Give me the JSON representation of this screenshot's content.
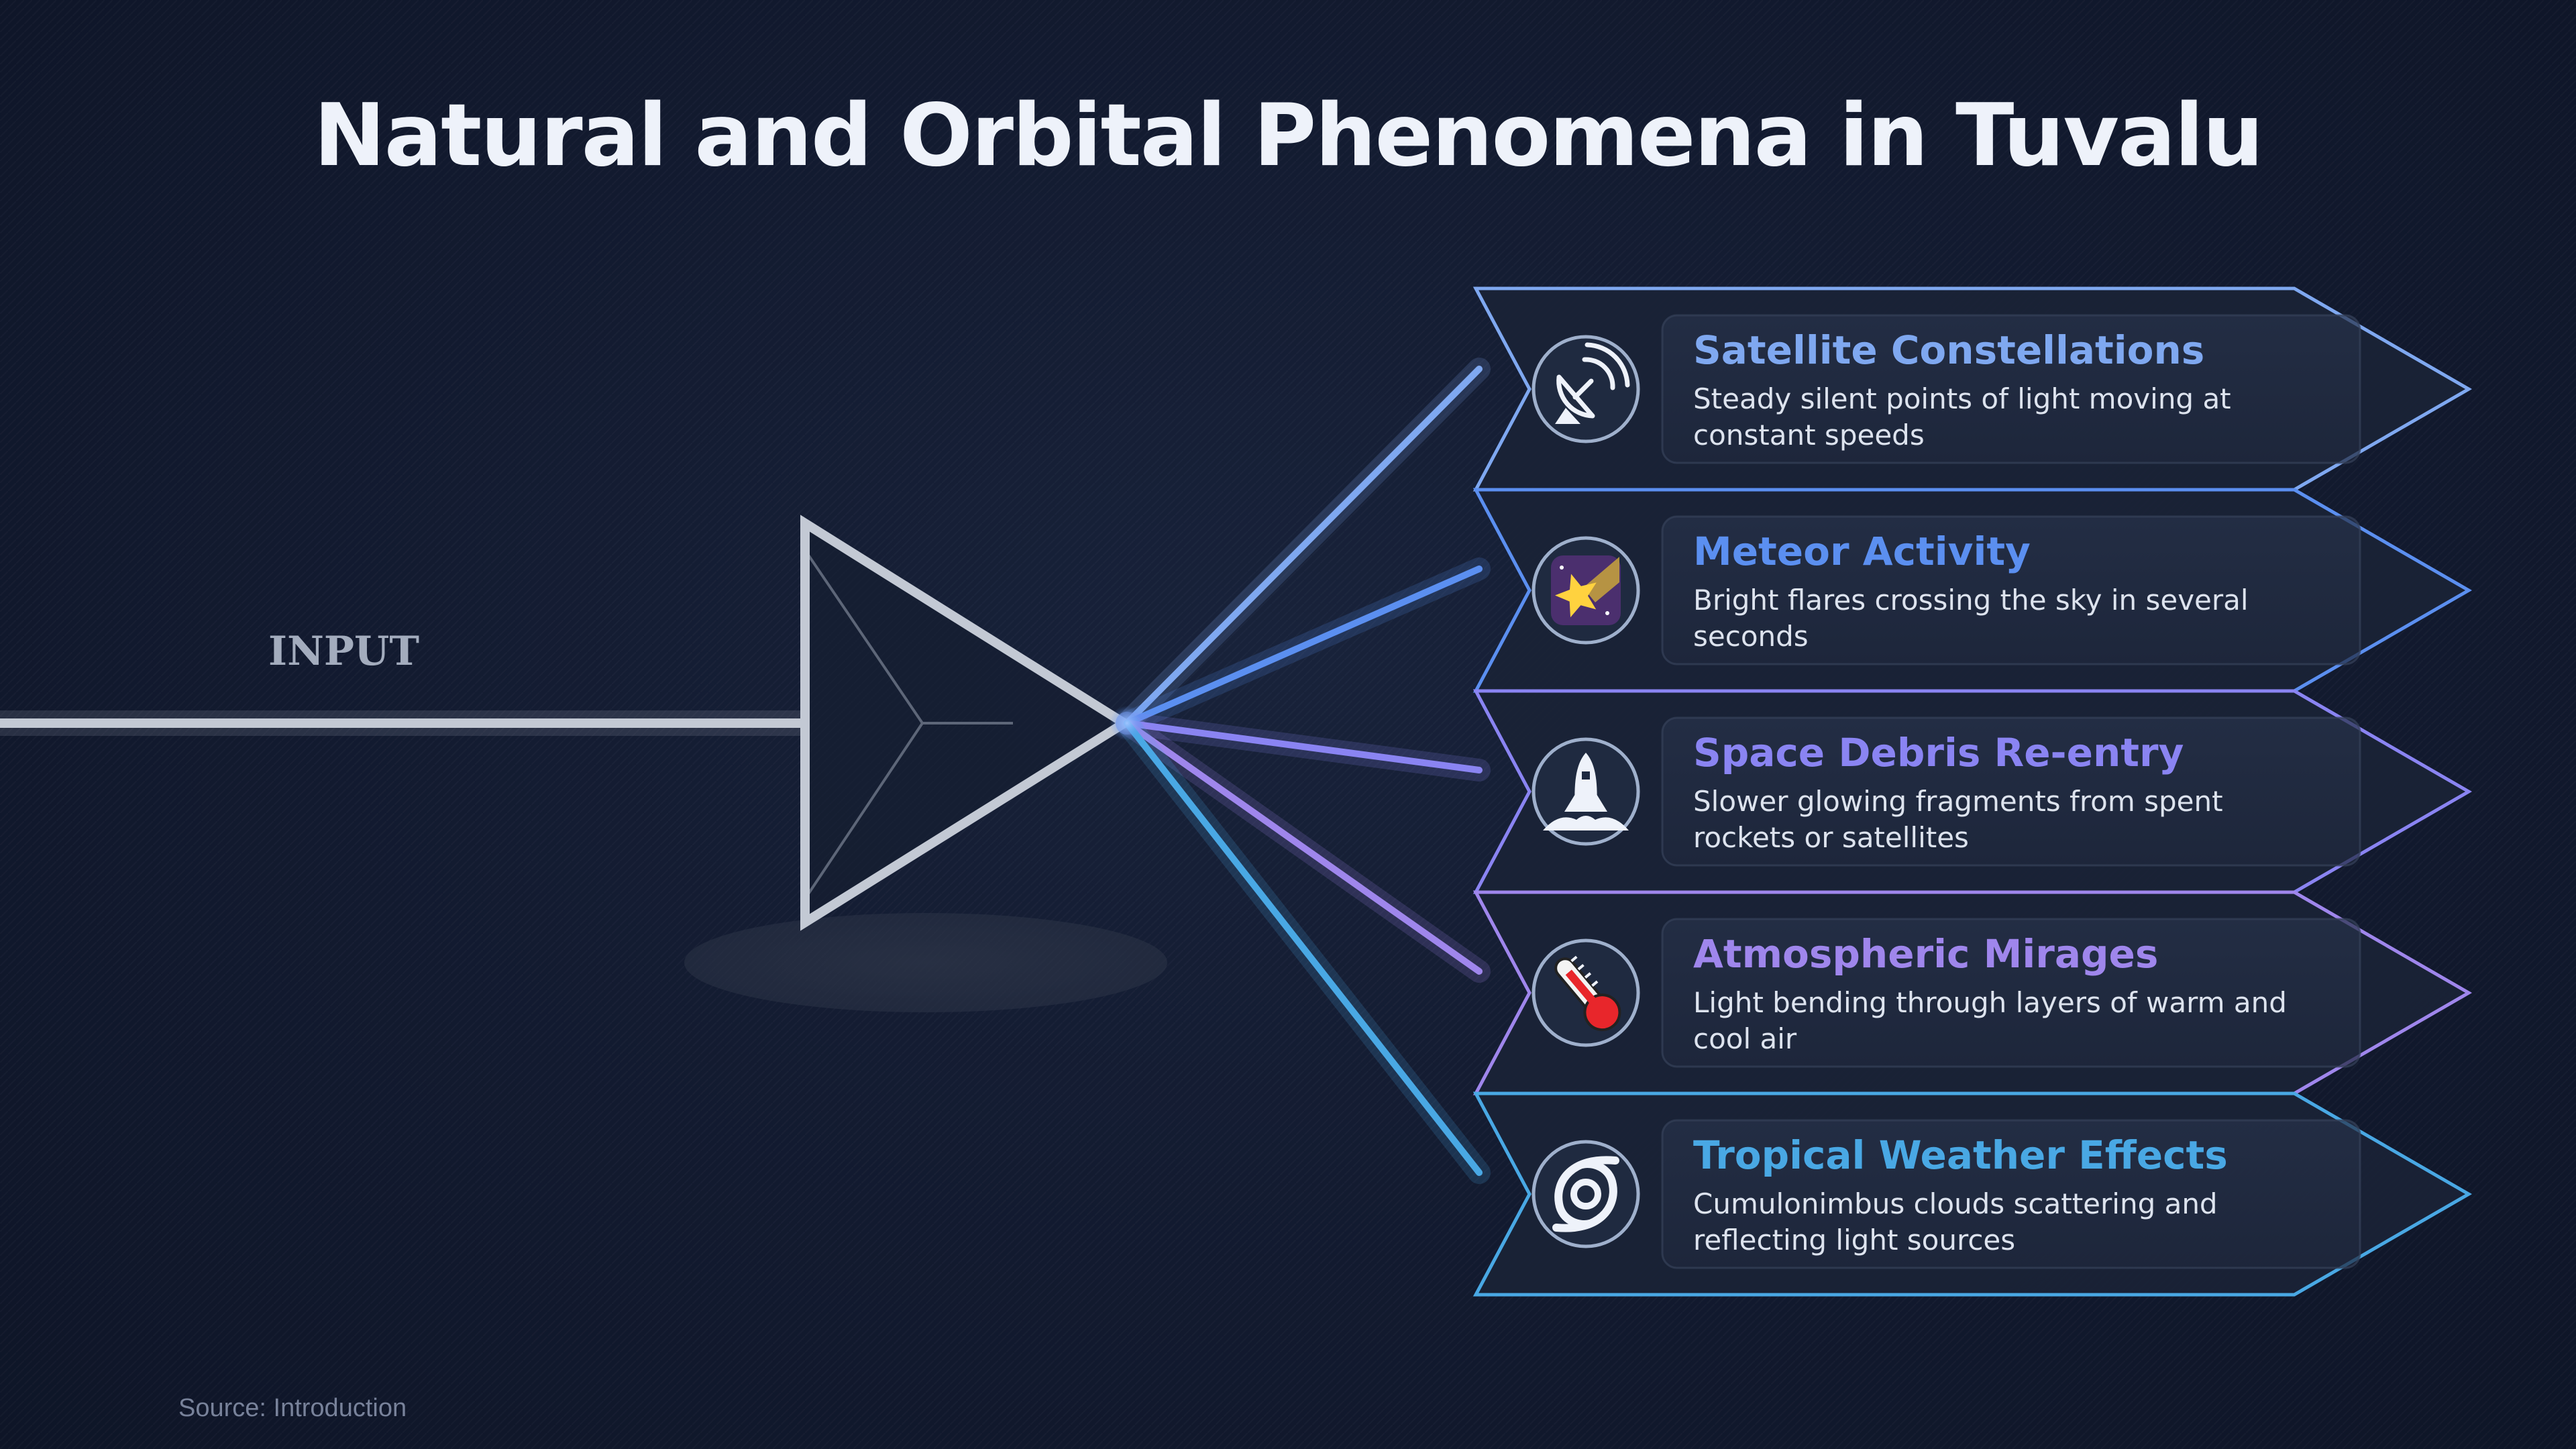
{
  "title": "Natural and Orbital Phenomena in Tuvalu",
  "input_label": "INPUT",
  "source": "Source: Introduction",
  "items": [
    {
      "title": "Satellite Constellations",
      "description": "Steady silent points of light moving at constant speeds",
      "icon": "satellite-dish-icon",
      "color": "#7fa8f0"
    },
    {
      "title": "Meteor Activity",
      "description": "Bright flares crossing the sky in several seconds",
      "icon": "shooting-star-icon",
      "color": "#5b8ff0"
    },
    {
      "title": "Space Debris Re-entry",
      "description": "Slower glowing fragments from spent rockets or satellites",
      "icon": "rocket-launch-icon",
      "color": "#8a84f2"
    },
    {
      "title": "Atmospheric Mirages",
      "description": "Light bending through layers of warm and cool air",
      "icon": "thermometer-icon",
      "color": "#9f86ec"
    },
    {
      "title": "Tropical Weather Effects",
      "description": "Cumulonimbus clouds scattering and reflecting light sources",
      "icon": "hurricane-icon",
      "color": "#49a8e4"
    }
  ]
}
